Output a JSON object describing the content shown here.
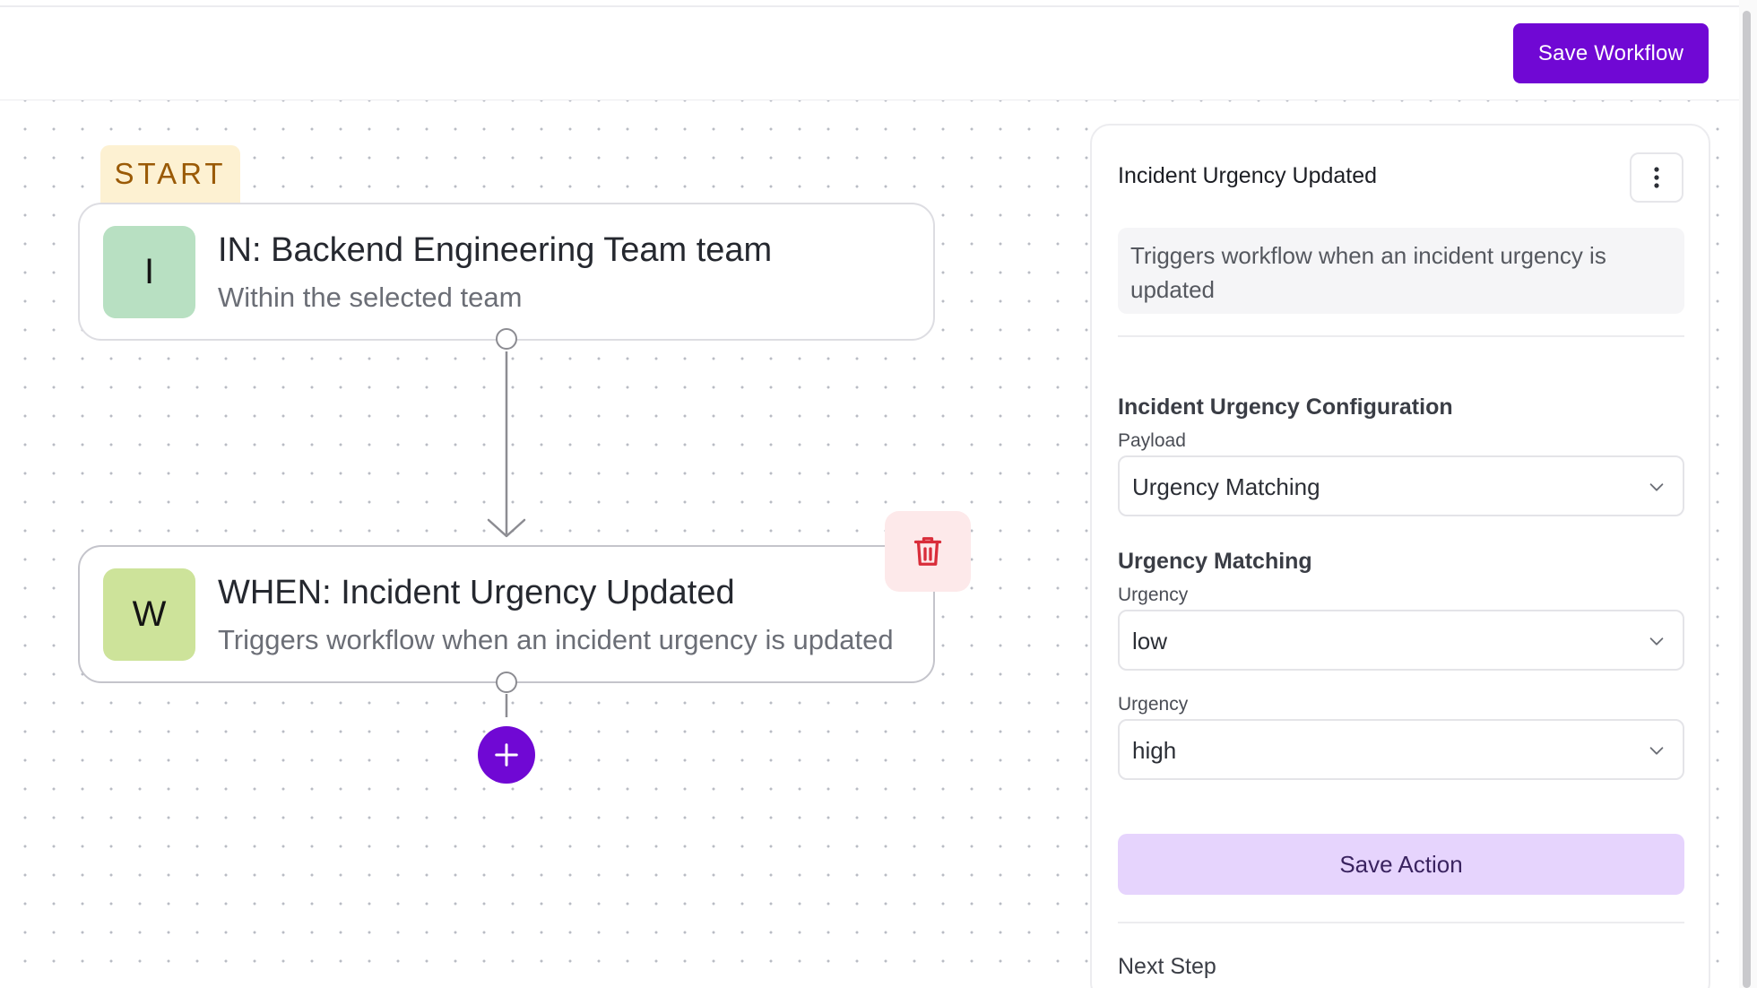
{
  "header": {
    "save_workflow_label": "Save Workflow"
  },
  "canvas": {
    "start_label": "START",
    "nodes": [
      {
        "avatar": "I",
        "title": "IN: Backend Engineering Team team",
        "subtitle": "Within the selected team",
        "avatar_color": "#b8e0c2"
      },
      {
        "avatar": "W",
        "title": "WHEN: Incident Urgency Updated",
        "subtitle": "Triggers workflow when an incident urgency is updated",
        "avatar_color": "#cde39a"
      }
    ],
    "delete_icon": "trash-icon",
    "add_icon": "plus-icon"
  },
  "panel": {
    "title": "Incident Urgency Updated",
    "menu_icon": "kebab-menu-icon",
    "description": "Triggers workflow when an incident urgency is updated",
    "config_title": "Incident Urgency Configuration",
    "payload_label": "Payload",
    "payload_value": "Urgency Matching",
    "matching_title": "Urgency Matching",
    "urgency_fields": [
      {
        "label": "Urgency",
        "value": "low"
      },
      {
        "label": "Urgency",
        "value": "high"
      }
    ],
    "save_action_label": "Save Action",
    "next_step_label": "Next Step"
  },
  "colors": {
    "accent": "#7008d4",
    "save_action_bg": "#e6d4fd",
    "start_bg": "#fdf1d2",
    "start_text": "#9a5a06",
    "delete_bg": "#fde9ea",
    "delete_icon": "#d92d3a"
  }
}
